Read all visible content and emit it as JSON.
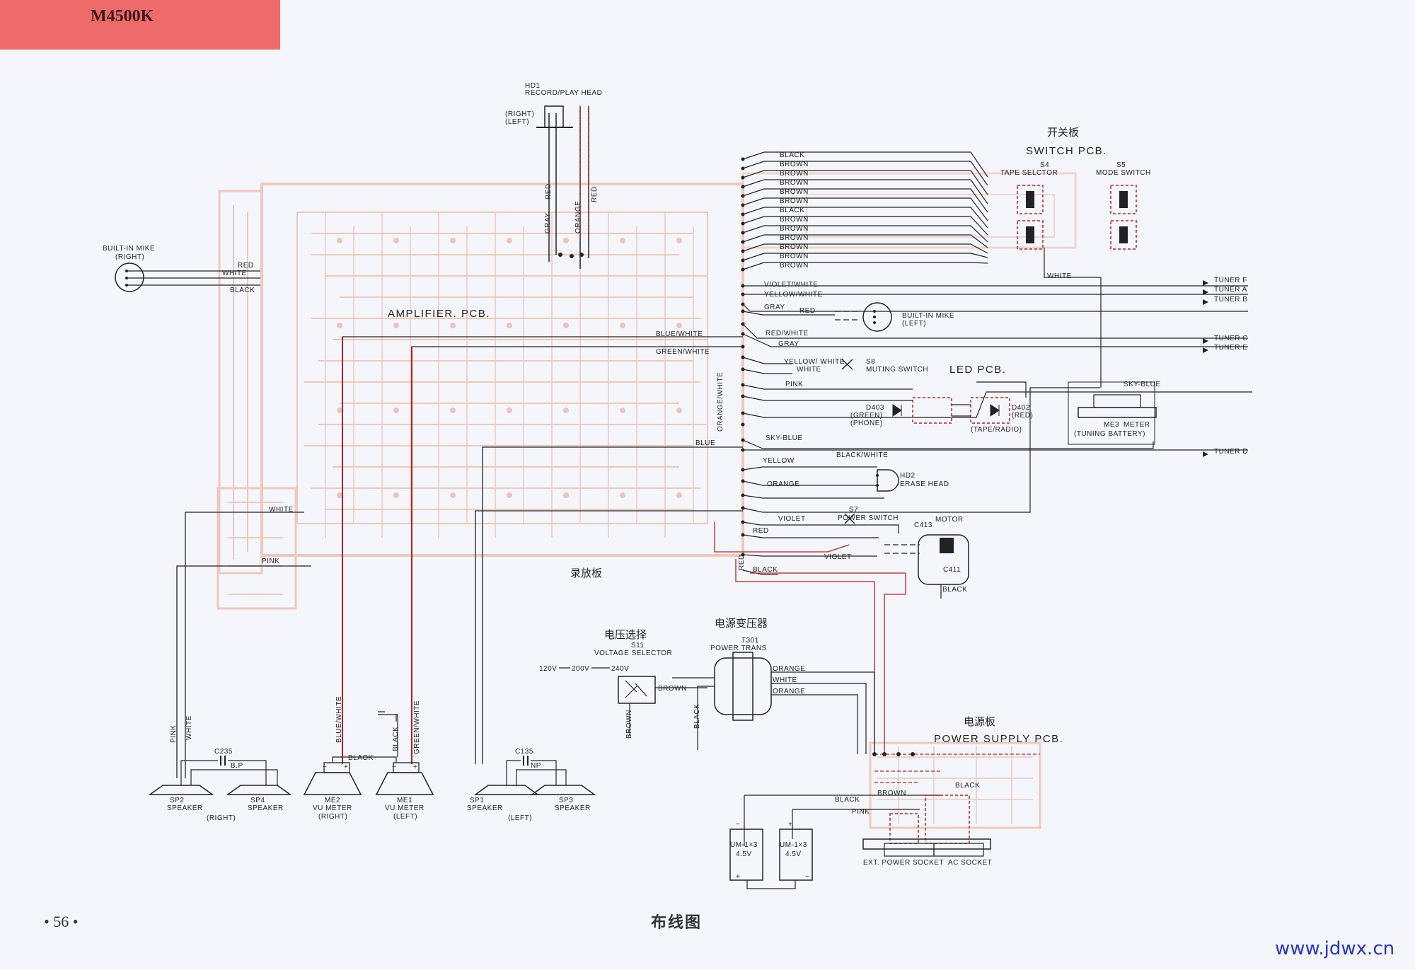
{
  "model": "M4500K",
  "page_number": "• 56 •",
  "diagram_title": "布线图",
  "watermark": "www.jdwx.cn",
  "colors": {
    "pcb": "#e8a48c",
    "wire": "#2a2a2a",
    "header": "#ef6a6a",
    "accent_red": "#b22222"
  },
  "boards": {
    "amplifier": "AMPLIFIER. PCB.",
    "record_play_cn": "录放板",
    "switch_cn": "开关板",
    "switch": "SWITCH PCB.",
    "led": "LED PCB.",
    "power_supply_cn": "电源板",
    "power_supply": "POWER SUPPLY PCB."
  },
  "head": {
    "id": "HD1",
    "name": "RECORD/PLAY HEAD",
    "right": "(RIGHT)",
    "left": "(LEFT)"
  },
  "mike_right": {
    "name": "BUILT-IN MIKE",
    "side": "(RIGHT)",
    "wires": [
      "RED",
      "WHITE",
      "BLACK"
    ]
  },
  "mike_left": {
    "name": "BUILT-IN MIKE",
    "side": "(LEFT)"
  },
  "switch_pcb": {
    "s4_id": "S4",
    "s4_name": "TAPE SELCTOR",
    "s5_id": "S5",
    "s5_name": "MODE SWITCH",
    "bundle": [
      "BLACK",
      "BROWN",
      "BROWN",
      "BROWN",
      "BROWN",
      "BROWN",
      "BLACK",
      "BROWN",
      "BROWN",
      "BROWN",
      "BROWN",
      "BROWN",
      "BROWN"
    ],
    "white": "WHITE"
  },
  "wires": {
    "gray": "GRAY",
    "red": "RED",
    "orange": "ORANGE",
    "violet_white": "VIOLET/WHITE",
    "yellow_white": "YELLOW/WHITE",
    "blue_white": "BLUE/WHITE",
    "green_white": "GREEN/WHITE",
    "red_white": "RED/WHITE",
    "yellow_white2": "YELLOW/ WHITE",
    "pink": "PINK",
    "orange_white": "ORANGE/WHITE",
    "blue": "BLUE",
    "sky_blue": "SKY-BLUE",
    "black_white": "BLACK/WHITE",
    "yellow": "YELLOW",
    "white": "WHITE",
    "violet": "VIOLET",
    "black": "BLACK",
    "brown": "BROWN",
    "blaok": "BLAOK"
  },
  "tuners": [
    "TUNER F",
    "TUNER A",
    "TUNER B",
    "TUNER C",
    "TUNER E",
    "TUNER D"
  ],
  "s8": {
    "id": "S8",
    "name": "MUTING SWITCH"
  },
  "led": {
    "d403": "D403",
    "d403_color": "(GREEN)",
    "d403_mode": "(PHONE)",
    "d402": "D402",
    "d402_color": "(RED)",
    "mode": "(TAPE/RADIO)"
  },
  "meter3": {
    "id": "ME3",
    "name": "METER",
    "sub": "(TUNING BATTERY)"
  },
  "hd2": {
    "id": "HD2",
    "name": "ERASE HEAD"
  },
  "s7": {
    "id": "S7",
    "name": "POWER SWITCH"
  },
  "motor": {
    "name": "MOTOR",
    "c413": "C413",
    "c411": "C411"
  },
  "voltage_selector": {
    "cn": "电压选择",
    "id": "S11",
    "name": "VOLTAGE SELECTOR",
    "v120": "120V",
    "v200": "200V",
    "v240": "240V"
  },
  "transformer": {
    "cn": "电源变压器",
    "id": "T301",
    "name": "POWER TRANS"
  },
  "speakers": [
    {
      "id": "SP2",
      "name": "SPEAKER"
    },
    {
      "id": "SP4",
      "name": "SPEAKER"
    },
    {
      "id": "SP1",
      "name": "SPEAKER"
    },
    {
      "id": "SP3",
      "name": "SPEAKER"
    }
  ],
  "speaker_sides": {
    "right": "(RIGHT)",
    "left": "(LEFT)"
  },
  "caps": {
    "c235": "C235",
    "c235_type": "B.P",
    "c135": "C135",
    "c135_type": "NP"
  },
  "meters": [
    {
      "id": "ME2",
      "name": "VU METER",
      "side": "(RIGHT)"
    },
    {
      "id": "ME1",
      "name": "VU METER",
      "side": "(LEFT)"
    }
  ],
  "batteries": [
    {
      "id": "UM-1×3",
      "volt": "4.5V"
    },
    {
      "id": "UM-1×3",
      "volt": "4.5V"
    }
  ],
  "sockets": {
    "ext": "EXT. POWER SOCKET",
    "ac": "AC SOCKET"
  }
}
